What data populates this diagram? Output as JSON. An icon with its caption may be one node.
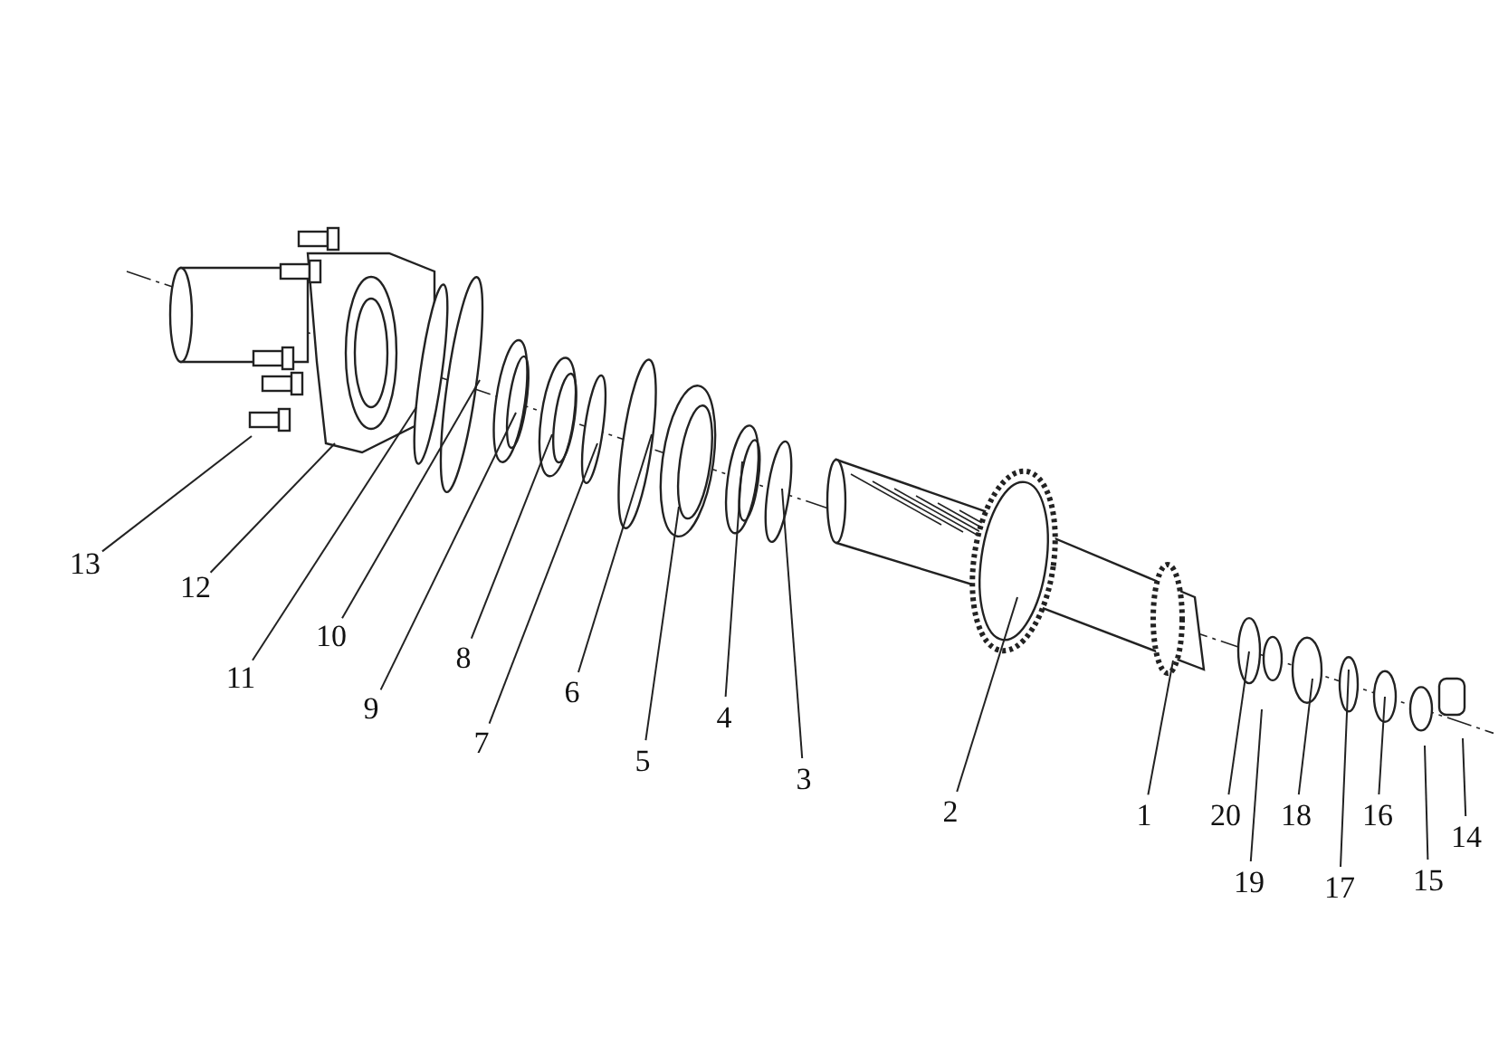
{
  "diagram": {
    "nodes": [
      {
        "text": [
          "13"
        ]
      },
      {
        "text": [
          "12"
        ]
      },
      {
        "text": [
          "11"
        ]
      },
      {
        "text": [
          "10"
        ]
      },
      {
        "text": [
          "9"
        ]
      },
      {
        "text": [
          "8"
        ]
      },
      {
        "text": [
          "7"
        ]
      },
      {
        "text": [
          "6"
        ]
      },
      {
        "text": [
          "5"
        ]
      },
      {
        "text": [
          "4"
        ]
      },
      {
        "text": [
          "3"
        ]
      },
      {
        "text": [
          "2"
        ]
      },
      {
        "text": [
          "1"
        ]
      },
      {
        "text": [
          "20"
        ]
      },
      {
        "text": [
          "19"
        ]
      },
      {
        "text": [
          "18"
        ]
      },
      {
        "text": [
          "17"
        ]
      },
      {
        "text": [
          "16"
        ]
      },
      {
        "text": [
          "15"
        ]
      },
      {
        "text": [
          "14"
        ]
      }
    ],
    "edges": [
      {
        "from": 0,
        "to": null,
        "arrow": "none"
      },
      {
        "from": 1,
        "to": null,
        "arrow": "none"
      },
      {
        "from": 2,
        "to": null,
        "arrow": "none"
      },
      {
        "from": 3,
        "to": null,
        "arrow": "none"
      },
      {
        "from": 4,
        "to": null,
        "arrow": "none"
      },
      {
        "from": 5,
        "to": null,
        "arrow": "none"
      },
      {
        "from": 6,
        "to": null,
        "arrow": "none"
      },
      {
        "from": 7,
        "to": null,
        "arrow": "none"
      },
      {
        "from": 8,
        "to": null,
        "arrow": "none"
      },
      {
        "from": 9,
        "to": null,
        "arrow": "none"
      },
      {
        "from": 10,
        "to": null,
        "arrow": "none"
      },
      {
        "from": 11,
        "to": null,
        "arrow": "none"
      },
      {
        "from": 12,
        "to": null,
        "arrow": "none"
      },
      {
        "from": 13,
        "to": null,
        "arrow": "none"
      },
      {
        "from": 14,
        "to": null,
        "arrow": "none"
      },
      {
        "from": 15,
        "to": null,
        "arrow": "none"
      },
      {
        "from": 16,
        "to": null,
        "arrow": "none"
      },
      {
        "from": 17,
        "to": null,
        "arrow": "none"
      },
      {
        "from": 18,
        "to": null,
        "arrow": "none"
      },
      {
        "from": 19,
        "to": null,
        "arrow": "none"
      }
    ]
  }
}
